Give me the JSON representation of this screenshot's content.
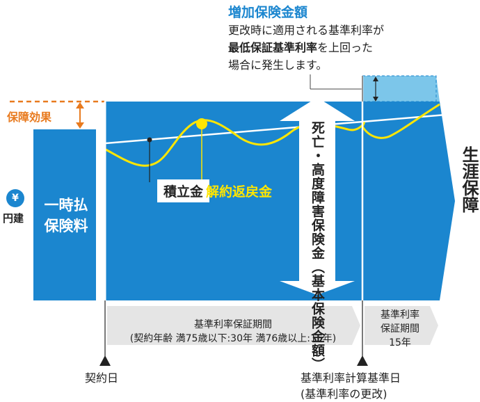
{
  "increase_note": {
    "title": "増加保険金額",
    "line1": "更改時に適用される基準利率が",
    "line2_bold": "最低保証基準利率",
    "line2_rest": "を上回った",
    "line3": "場合に発生します。"
  },
  "guarantee_effect": "保障効果",
  "yen_symbol": "¥",
  "yen_unit": "円建",
  "lump_sum": {
    "line1": "一時払",
    "line2": "保険料"
  },
  "reserve": "積立金",
  "surrender": "解約返戻金",
  "death_benefit": "死亡・高度障害保険金（基本保険金額）",
  "lifetime": "生涯保障",
  "period_main": {
    "line1": "基準利率保証期間",
    "line2": "(契約年齢 満75歳以下:30年 満76歳以上:15年)"
  },
  "period_next": {
    "line1": "基準利率",
    "line2": "保証期間",
    "line3": "15年"
  },
  "contract_date": "契約日",
  "base_date": {
    "line1": "基準利率計算基準日",
    "line2": "(基準利率の更改)"
  },
  "colors": {
    "blue": "#1b86cf",
    "light_blue": "#7cc6ea",
    "orange": "#e87a1e",
    "yellow": "#ffe600",
    "gray_band": "#e5e5e5"
  }
}
